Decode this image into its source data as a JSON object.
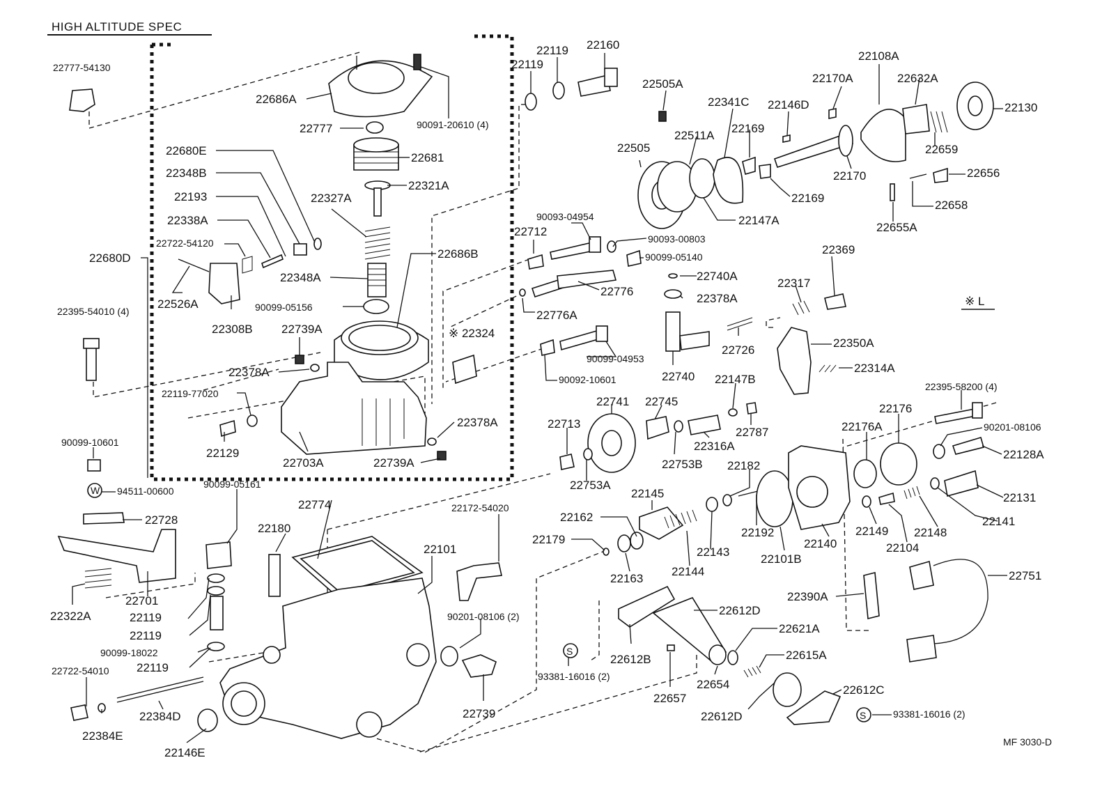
{
  "header": {
    "title": "HIGH ALTITUDE SPEC",
    "note_symbol": "※ L",
    "footer_code": "MF 3030-D"
  },
  "callouts": {
    "p22777_54130": "22777-54130",
    "p22686A": "22686A",
    "p22777": "22777",
    "p90091_20610": "90091-20610 (4)",
    "p22681": "22681",
    "p22680E": "22680E",
    "p22348B": "22348B",
    "p22193": "22193",
    "p22321A": "22321A",
    "p22327A": "22327A",
    "p22338A": "22338A",
    "p22722_54120": "22722-54120",
    "p22680D": "22680D",
    "p22686B": "22686B",
    "p22348A": "22348A",
    "p22526A": "22526A",
    "p90099_05156": "90099-05156",
    "p22308B": "22308B",
    "p22395_54010": "22395-54010 (4)",
    "p22739A_1": "22739A",
    "p22324": "※ 22324",
    "p22378A_1": "22378A",
    "p22119_77020": "22119-77020",
    "p22378A_2": "22378A",
    "p22129": "22129",
    "p22703A": "22703A",
    "p22739A_2": "22739A",
    "p90099_10601": "90099-10601",
    "p94511_00600": "94511-00600",
    "p22728": "22728",
    "p22701": "22701",
    "p22322A": "22322A",
    "p90099_05161": "90099-05161",
    "p22774": "22774",
    "p22180": "22180",
    "p22101": "22101",
    "p22172_54020": "22172-54020",
    "p22119_a": "22119",
    "p22119_b": "22119",
    "p90099_18022": "90099-18022",
    "p22119_c": "22119",
    "p90201_08106_2": "90201-08106 (2)",
    "p22722_54010": "22722-54010",
    "p22384D": "22384D",
    "p22384E": "22384E",
    "p22146E": "22146E",
    "p22739": "22739",
    "p22119_top1": "22119",
    "p22119_top2": "22119",
    "p22160": "22160",
    "p90093_04954": "90093-04954",
    "p22712": "22712",
    "p90093_00803": "90093-00803",
    "p90099_05140": "90099-05140",
    "p22776": "22776",
    "p22776A": "22776A",
    "p22740A": "22740A",
    "p22378A_3": "22378A",
    "p90099_04953": "90099-04953",
    "p90092_10601": "90092-10601",
    "p22740": "22740",
    "p22505A": "22505A",
    "p22341C": "22341C",
    "p22146D": "22146D",
    "p22170A": "22170A",
    "p22108A": "22108A",
    "p22632A": "22632A",
    "p22130": "22130",
    "p22511A": "22511A",
    "p22169_1": "22169",
    "p22505": "22505",
    "p22659": "22659",
    "p22170": "22170",
    "p22656": "22656",
    "p22169_2": "22169",
    "p22658": "22658",
    "p22147A": "22147A",
    "p22655A": "22655A",
    "p22369": "22369",
    "p22317": "22317",
    "p22726": "22726",
    "p22350A": "22350A",
    "p22314A": "22314A",
    "p22147B": "22147B",
    "p22787": "22787",
    "p22741": "22741",
    "p22745": "22745",
    "p22713": "22713",
    "p22316A": "22316A",
    "p22753B": "22753B",
    "p22753A": "22753A",
    "p22182": "22182",
    "p22395_58200": "22395-58200 (4)",
    "p22176": "22176",
    "p22176A": "22176A",
    "p90201_08106": "90201-08106",
    "p22128A": "22128A",
    "p22131": "22131",
    "p22145": "22145",
    "p22162": "22162",
    "p22179": "22179",
    "p22163": "22163",
    "p22144": "22144",
    "p22143": "22143",
    "p22192": "22192",
    "p22101B": "22101B",
    "p22140": "22140",
    "p22149": "22149",
    "p22148": "22148",
    "p22141": "22141",
    "p22104": "22104",
    "p22751": "22751",
    "p22390A": "22390A",
    "p22612D_1": "22612D",
    "p22621A": "22621A",
    "p22615A": "22615A",
    "p22612B": "22612B",
    "p93381_16016_a": "93381-16016 (2)",
    "p22657": "22657",
    "p22654": "22654",
    "p22612C": "22612C",
    "p22612D_2": "22612D",
    "p93381_16016_b": "93381-16016 (2)"
  }
}
